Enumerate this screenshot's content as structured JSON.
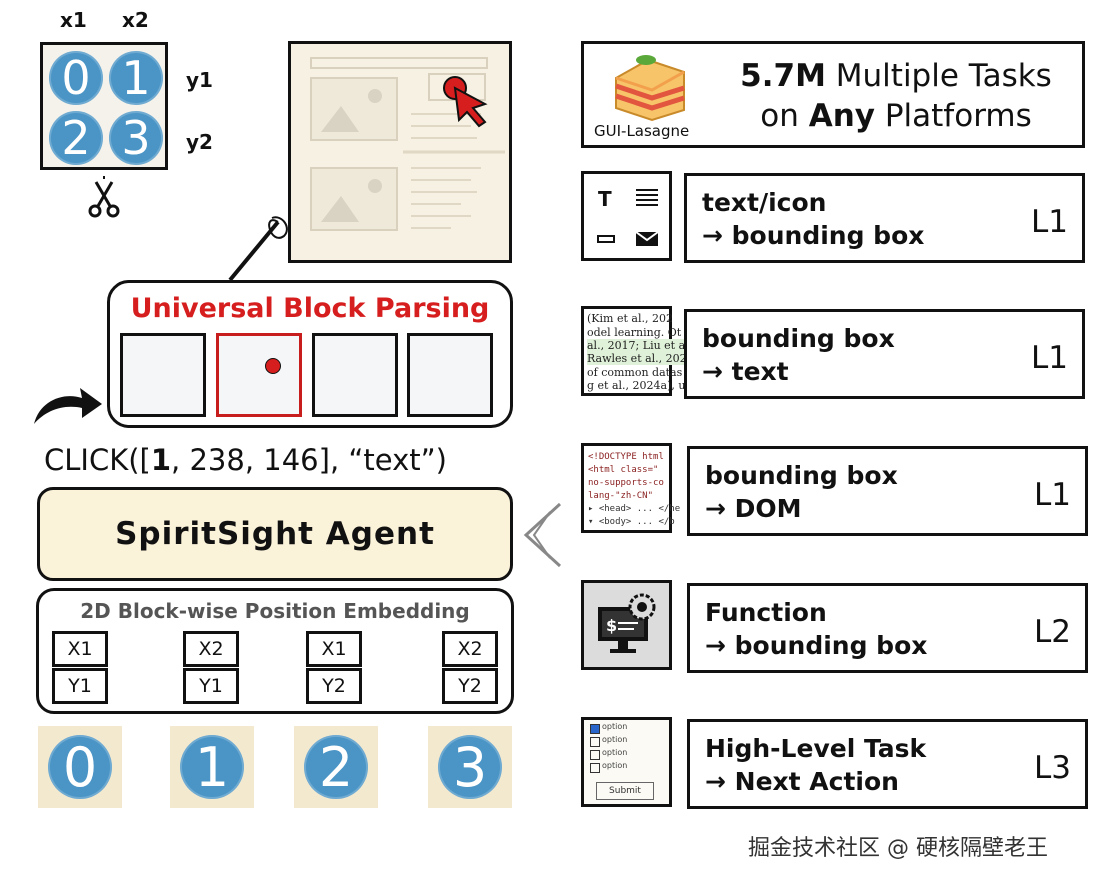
{
  "grid": {
    "col_labels": [
      "x1",
      "x2"
    ],
    "row_labels": [
      "y1",
      "y2"
    ],
    "cells": [
      "0",
      "1",
      "2",
      "3"
    ]
  },
  "ubp": {
    "title": "Universal Block Parsing"
  },
  "action": {
    "prefix": "CLICK([",
    "index": "1",
    "rest": ", 238, 146], “text”)"
  },
  "agent": {
    "label": "SpiritSight Agent"
  },
  "embedding": {
    "title": "2D Block-wise Position Embedding",
    "pairs": [
      {
        "x": "X1",
        "y": "Y1"
      },
      {
        "x": "X2",
        "y": "Y1"
      },
      {
        "x": "X1",
        "y": "Y2"
      },
      {
        "x": "X2",
        "y": "Y2"
      }
    ]
  },
  "bottom_tiles": [
    "0",
    "1",
    "2",
    "3"
  ],
  "dataset": {
    "logo_caption": "GUI-Lasagne",
    "line1_bold": "5.7M",
    "line1_rest": " Multiple Tasks",
    "line2_pre": "on ",
    "line2_bold": "Any",
    "line2_post": " Platforms"
  },
  "tasks": [
    {
      "line1": "text/icon",
      "line2": "→  bounding box",
      "level": "L1"
    },
    {
      "line1": "bounding box",
      "line2": "→  text",
      "level": "L1"
    },
    {
      "line1": "bounding box",
      "line2": "→  DOM",
      "level": "L1"
    },
    {
      "line1": "Function",
      "line2": "→  bounding box",
      "level": "L2"
    },
    {
      "line1": "High-Level Task",
      "line2": "→  Next Action",
      "level": "L3"
    }
  ],
  "icon_text": {
    "ocr_lines": [
      "(Kim et al., 202",
      "odel learning. Ot",
      "al., 2017; Liu et a",
      "Rawles et al., 202",
      "of common datas",
      "g et al., 2024a), u"
    ],
    "dom_lines": [
      "<!DOCTYPE html",
      "<html class=\"",
      "  no-supports-co",
      "  lang-\"zh-CN\"",
      "▸ <head> ... </he",
      "▾ <body> ... </b"
    ],
    "form_lines": [
      "option",
      "option",
      "option",
      "option"
    ],
    "submit": "Submit"
  },
  "watermark": "掘金技术社区 @ 硬核隔壁老王",
  "colors": {
    "accent_red": "#d61e1e",
    "circle_blue": "#4a95c6",
    "agent_fill": "#fbf2da",
    "tile_fill": "#f3e9cf"
  }
}
